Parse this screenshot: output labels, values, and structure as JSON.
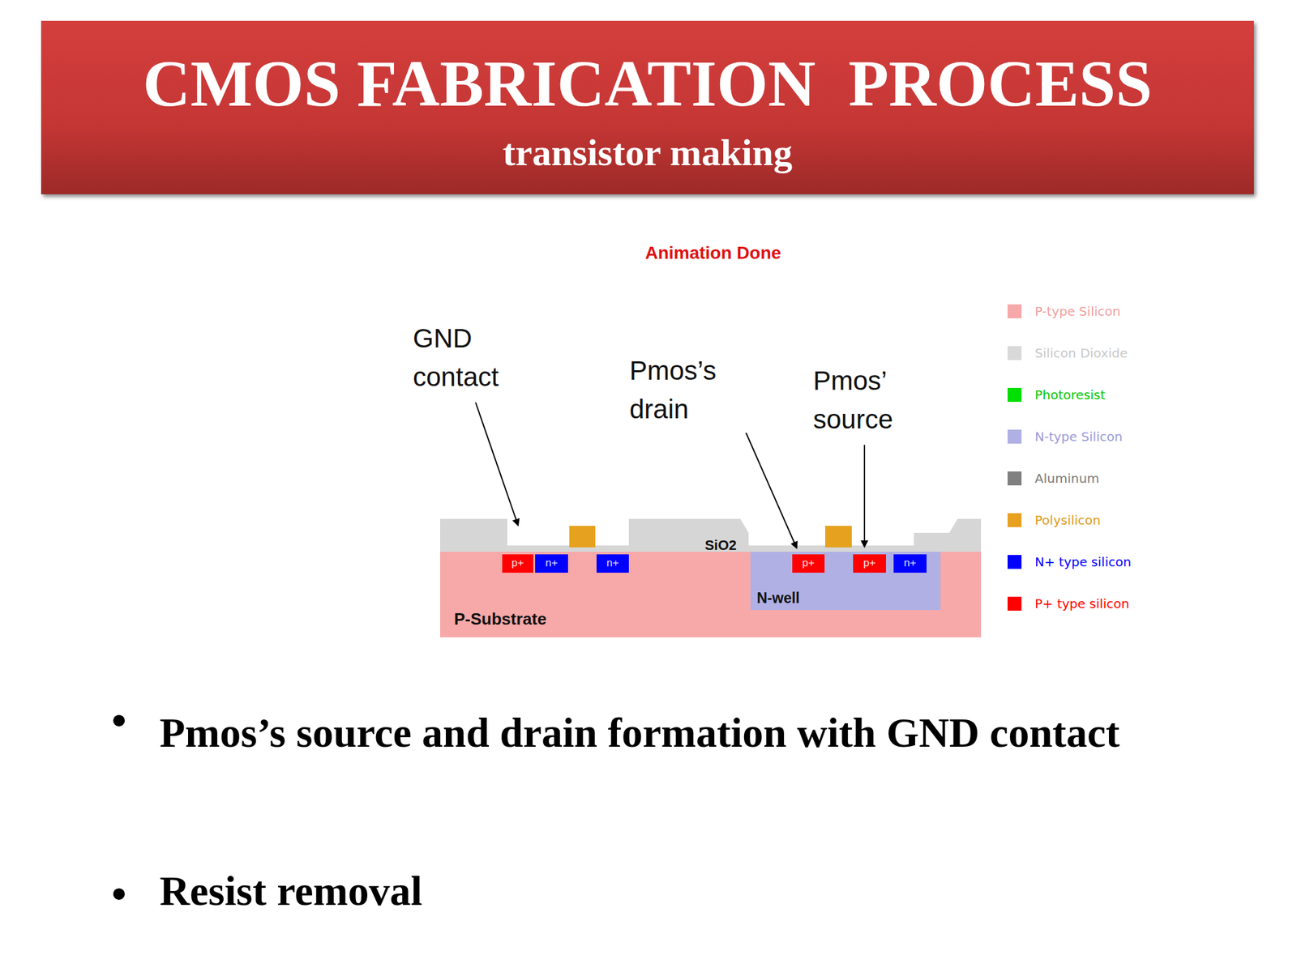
{
  "diagram": {
    "title": "CMOS FABRICATION  PROCESS",
    "nodes": [
      {
        "text": [
          "SiO2"
        ]
      },
      {
        "text": [
          "P-Substrate"
        ]
      },
      {
        "text": [
          "p+"
        ],
        "in": 1
      },
      {
        "text": [
          "n+"
        ],
        "in": 1
      },
      {
        "text": [
          "n+"
        ],
        "in": 1
      },
      {
        "text": [
          "N-well"
        ],
        "in": 1
      },
      {
        "text": [
          "p+"
        ],
        "in": 5
      },
      {
        "text": [
          "p+"
        ],
        "in": 5
      },
      {
        "text": [
          "n+"
        ],
        "in": 5
      }
    ],
    "labels": [
      "transistor making",
      "Animation Done",
      "GND contact",
      "Pmos’s drain",
      "Pmos’ source",
      "•",
      "Pmos’s source and drain formation with GND contact",
      "•",
      "Resist removal"
    ],
    "legend": [
      {
        "text": "P-type Silicon",
        "color": "#f7a8a8"
      },
      {
        "text": "Silicon Dioxide",
        "color": "#d9d9d9"
      },
      {
        "text": "Photoresist",
        "color": "#00e000"
      },
      {
        "text": "N-type Silicon",
        "color": "#b0b0e4"
      },
      {
        "text": "Aluminum",
        "color": "#808080"
      },
      {
        "text": "Polysilicon",
        "color": "#e8a020"
      },
      {
        "text": "N+ type silicon",
        "color": "#0000ff"
      },
      {
        "text": "P+ type silicon",
        "color": "#ff0000"
      }
    ]
  }
}
